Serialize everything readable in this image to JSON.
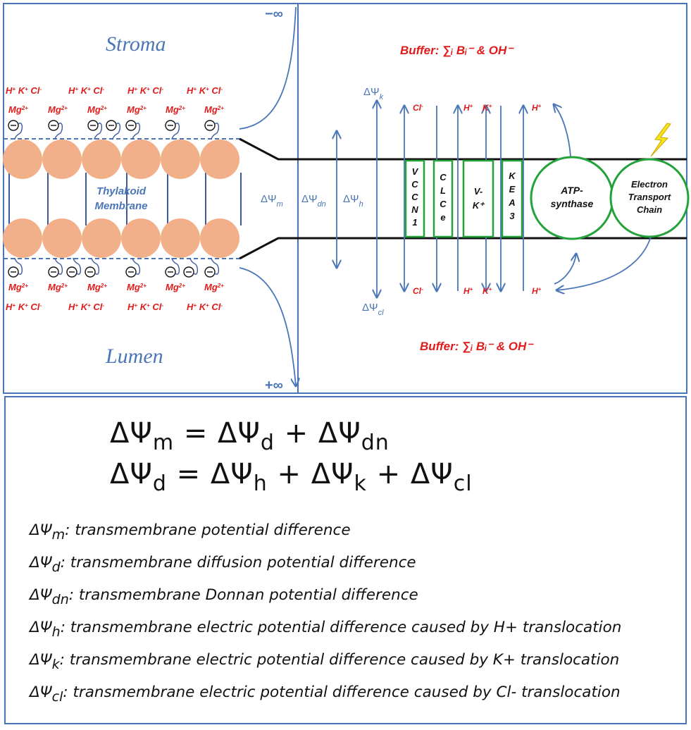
{
  "diagram": {
    "stroma_label": "Stroma",
    "lumen_label": "Lumen",
    "minus_infinity": "−∞",
    "plus_infinity": "+∞",
    "membrane_label_line1": "Thylakoid",
    "membrane_label_line2": "Membrane",
    "ion_row": [
      "H",
      "K",
      "Cl"
    ],
    "ion_row_superscripts": [
      "+",
      "+",
      "-"
    ],
    "mg_label": "Mg",
    "mg_superscript": "2+",
    "buffer_top": "Buffer: ∑ᵢ Bᵢ⁻ & OH⁻",
    "buffer_bottom": "Buffer: ∑ᵢ Bᵢ⁻ & OH⁻",
    "psi_symbol": "ΔΨ",
    "psi_subscripts": {
      "m": "m",
      "dn": "dn",
      "h": "h",
      "k": "k",
      "cl": "cl"
    },
    "channels": [
      {
        "id": "vccn1",
        "letters": [
          "V",
          "C",
          "C",
          "N",
          "1"
        ]
      },
      {
        "id": "clce",
        "letters": [
          "C",
          "L",
          "C",
          "e"
        ]
      },
      {
        "id": "vk",
        "letters": [
          "V-",
          "K⁺"
        ]
      },
      {
        "id": "kea3",
        "letters": [
          "K",
          "E",
          "A",
          "3"
        ]
      }
    ],
    "atp_synthase_line1": "ATP-",
    "atp_synthase_line2": "synthase",
    "etc_line1": "Electron",
    "etc_line2": "Transport",
    "etc_line3": "Chain",
    "top_ions": {
      "cl": "Cl",
      "h": "H",
      "k": "K",
      "h2": "H"
    },
    "bottom_ions": {
      "cl": "Cl",
      "h": "H",
      "k": "K",
      "h2": "H"
    },
    "colors": {
      "blue": "#4a76b8",
      "red": "#e01b1b",
      "green": "#23a23a",
      "head": "#f2b08a",
      "lightning": "#f5e21e"
    }
  },
  "equations": [
    {
      "lhs_symbol": "ΔΨ",
      "lhs_sub": "m",
      "eq": "=",
      "terms": [
        {
          "symbol": "ΔΨ",
          "sub": "d"
        },
        {
          "symbol": "ΔΨ",
          "sub": "dn"
        }
      ],
      "plus": "+"
    },
    {
      "lhs_symbol": "ΔΨ",
      "lhs_sub": "d",
      "eq": "=",
      "terms": [
        {
          "symbol": "ΔΨ",
          "sub": "h"
        },
        {
          "symbol": "ΔΨ",
          "sub": "k"
        },
        {
          "symbol": "ΔΨ",
          "sub": "cl"
        }
      ],
      "plus": "+"
    }
  ],
  "definitions": [
    {
      "symbol": "ΔΨ",
      "sub": "m",
      "text": ": transmembrane potential difference"
    },
    {
      "symbol": "ΔΨ",
      "sub": "d",
      "text": ": transmembrane diffusion potential difference"
    },
    {
      "symbol": "ΔΨ",
      "sub": "dn",
      "text": ": transmembrane Donnan potential difference"
    },
    {
      "symbol": "ΔΨ",
      "sub": "h",
      "text": ": transmembrane electric potential difference caused by H+ translocation"
    },
    {
      "symbol": "ΔΨ",
      "sub": "k",
      "text": ": transmembrane electric potential difference caused by K+ translocation"
    },
    {
      "symbol": "ΔΨ",
      "sub": "cl",
      "text": ": transmembrane electric potential difference caused by Cl- translocation"
    }
  ]
}
